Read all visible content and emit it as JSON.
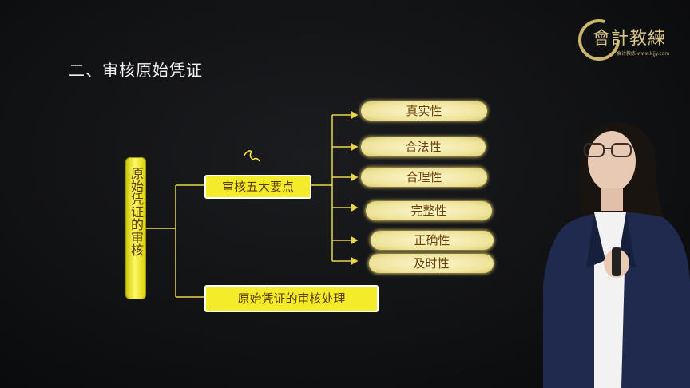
{
  "slide": {
    "title": "二、审核原始凭证",
    "logo": {
      "text": "會計教練",
      "subtext": "会计教练 www.kjjy.com"
    },
    "root_label": "原始凭证的审核",
    "branch1_label": "审核五大要点",
    "branch2_label": "原始凭证的审核处理",
    "handwritten_mark": "5",
    "points": [
      {
        "label": "真实性"
      },
      {
        "label": "合法性"
      },
      {
        "label": "合理性"
      },
      {
        "label": "完整性"
      },
      {
        "label": "正确性"
      },
      {
        "label": "及时性"
      }
    ]
  },
  "colors": {
    "background": "#111214",
    "box_fill": "#f4ec2a",
    "cloud_fill": "#efe39a",
    "connector": "#e8d64a"
  }
}
